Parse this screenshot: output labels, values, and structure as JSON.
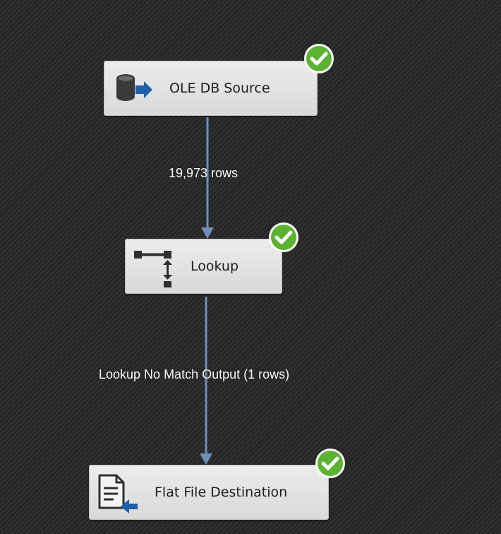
{
  "components": {
    "source": {
      "label": "OLE DB Source",
      "icon": "database-source-icon",
      "status": "success-check-icon"
    },
    "lookup": {
      "label": "Lookup",
      "icon": "lookup-icon",
      "status": "success-check-icon"
    },
    "destination": {
      "label": "Flat File Destination",
      "icon": "flat-file-destination-icon",
      "status": "success-check-icon"
    }
  },
  "paths": {
    "source_to_lookup": {
      "label": "19,973 rows"
    },
    "lookup_to_destination": {
      "label": "Lookup No Match Output (1 rows)"
    }
  },
  "colors": {
    "background": "#2b2b2b",
    "component_fill": "#e3e3e3",
    "path_line": "#6f8fb8",
    "success_green": "#5cb332"
  }
}
